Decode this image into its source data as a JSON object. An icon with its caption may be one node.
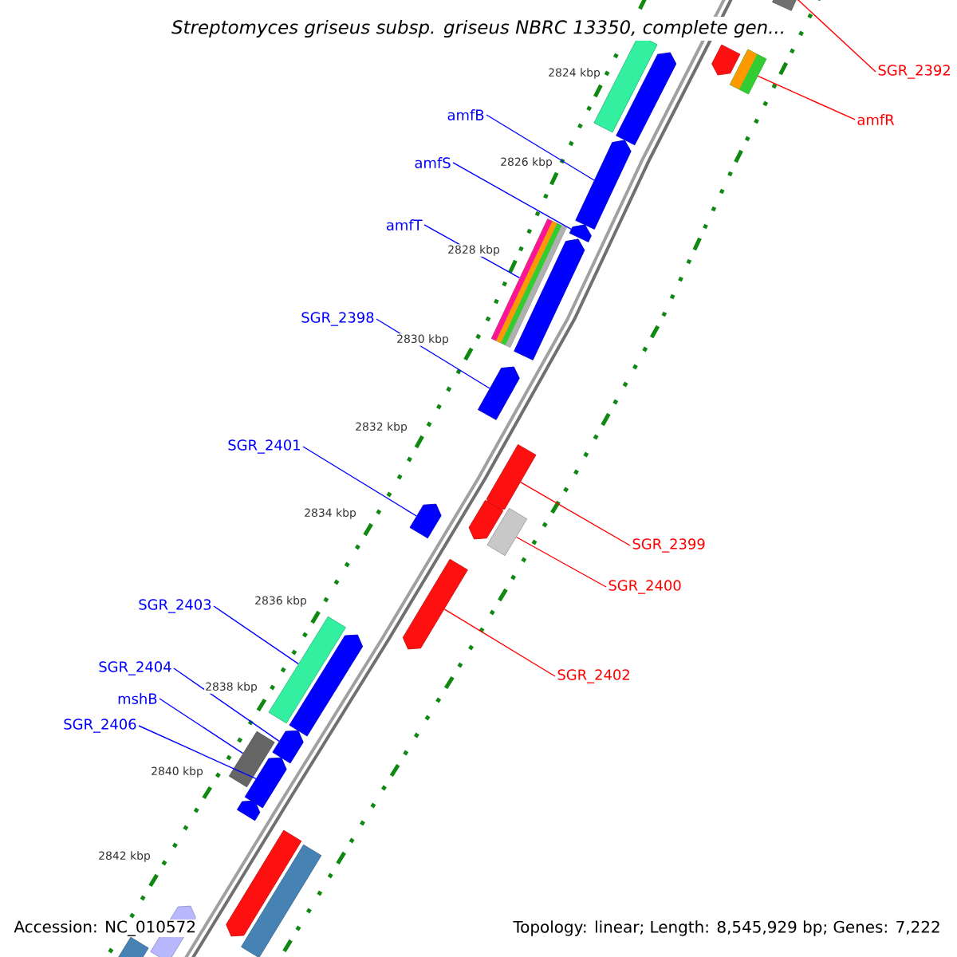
{
  "diagram": {
    "title": "Streptomyces griseus subsp. griseus NBRC 13350, complete gen...",
    "nodes": [
      {
        "text": [
          "SGR_2392"
        ]
      },
      {
        "text": [
          "amfR"
        ]
      },
      {
        "text": [
          "amfB"
        ]
      },
      {
        "text": [
          "amfS"
        ]
      },
      {
        "text": [
          "amfT"
        ]
      },
      {
        "text": [
          "SGR_2398"
        ]
      },
      {
        "text": [
          "SGR_2401"
        ]
      },
      {
        "text": [
          "SGR_2399"
        ]
      },
      {
        "text": [
          "SGR_2400"
        ]
      },
      {
        "text": [
          "SGR_2403"
        ]
      },
      {
        "text": [
          "SGR_2402"
        ]
      },
      {
        "text": [
          "SGR_2404"
        ]
      },
      {
        "text": [
          "mshB"
        ]
      },
      {
        "text": [
          "SGR_2406"
        ]
      },
      {
        "text": [],
        "shape": "pentagon"
      },
      {
        "text": [],
        "shape": "box"
      },
      {
        "text": [],
        "shape": "box"
      },
      {
        "text": [],
        "shape": "box"
      },
      {
        "text": [],
        "shape": "pentagon"
      },
      {
        "text": [],
        "shape": "pentagon"
      },
      {
        "text": [],
        "shape": "pentagon"
      },
      {
        "text": [],
        "shape": "box"
      },
      {
        "text": [],
        "shape": "pentagon"
      },
      {
        "text": [],
        "shape": "pentagon"
      },
      {
        "text": [],
        "shape": "pentagon"
      },
      {
        "text": [],
        "shape": "pentagon"
      },
      {
        "text": [],
        "shape": "box"
      },
      {
        "text": [],
        "shape": "pentagon"
      },
      {
        "text": [],
        "shape": "pentagon"
      },
      {
        "text": [],
        "shape": "box"
      },
      {
        "text": [],
        "shape": "pentagon"
      },
      {
        "text": [],
        "shape": "box"
      },
      {
        "text": [],
        "shape": "pentagon"
      },
      {
        "text": [],
        "shape": "pentagon"
      },
      {
        "text": [],
        "shape": "pentagon"
      },
      {
        "text": [],
        "shape": "pentagon"
      },
      {
        "text": [],
        "shape": "box"
      },
      {
        "text": [],
        "shape": "pentagon"
      },
      {
        "text": [],
        "shape": "box"
      }
    ],
    "edges": [
      {
        "from": 0,
        "to": 15,
        "arrow": "none",
        "color": "#ff0000"
      },
      {
        "from": 1,
        "to": 16,
        "arrow": "none",
        "color": "#ff0000"
      },
      {
        "from": 2,
        "to": 19,
        "arrow": "none"
      },
      {
        "from": 3,
        "to": 20,
        "arrow": "none"
      },
      {
        "from": 4,
        "to": 21,
        "arrow": "none"
      },
      {
        "from": 5,
        "to": 23,
        "arrow": "none"
      },
      {
        "from": 6,
        "to": 27,
        "arrow": "none"
      },
      {
        "from": 7,
        "to": 24,
        "arrow": "none",
        "color": "#ff0000"
      },
      {
        "from": 8,
        "to": 26,
        "arrow": "none",
        "color": "#ff0000"
      },
      {
        "from": 9,
        "to": 29,
        "arrow": "none"
      },
      {
        "from": 10,
        "to": 28,
        "arrow": "none",
        "color": "#ff0000"
      },
      {
        "from": 11,
        "to": 32,
        "arrow": "none"
      },
      {
        "from": 12,
        "to": 31,
        "arrow": "none"
      },
      {
        "from": 13,
        "to": 33,
        "arrow": "none"
      }
    ],
    "labels": [
      "2824 kbp",
      "2826 kbp",
      "2828 kbp",
      "2830 kbp",
      "2832 kbp",
      "2834 kbp",
      "2836 kbp",
      "2838 kbp",
      "2840 kbp",
      "2842 kbp",
      "Accession: NC_010572",
      "Topology: linear; Length: 8,545,929 bp; Genes: 7,222"
    ]
  }
}
